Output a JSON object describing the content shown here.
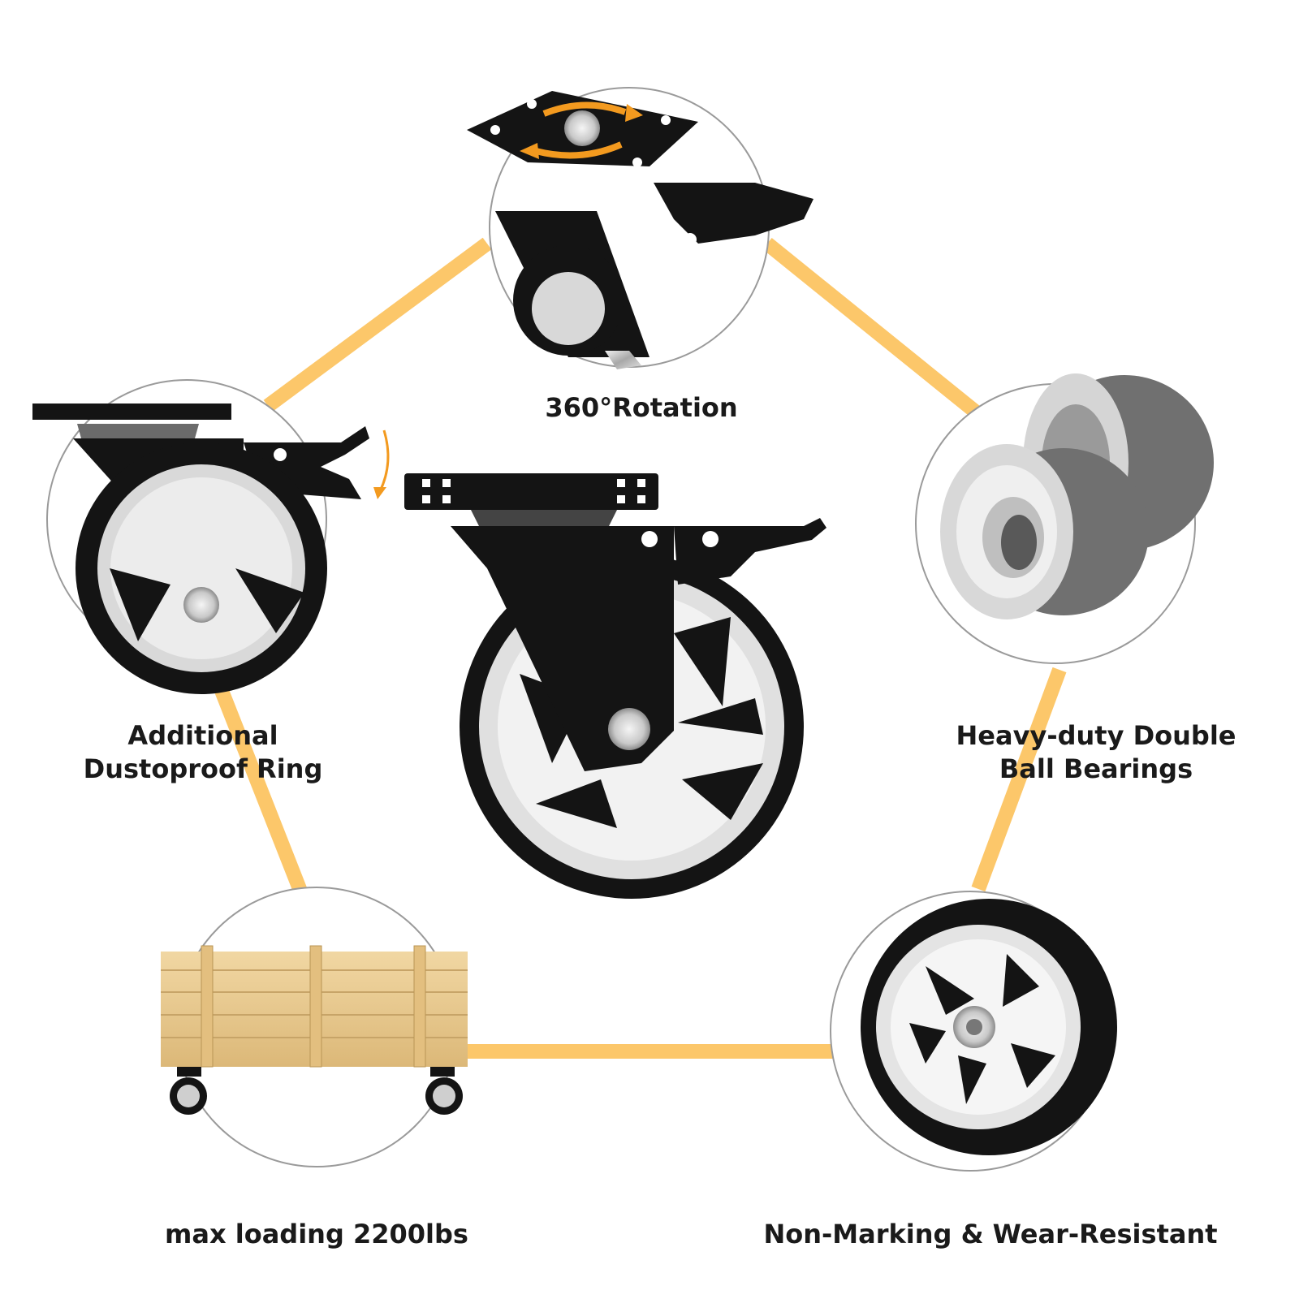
{
  "features": {
    "rotation": {
      "title": "360°Rotation"
    },
    "dustproof": {
      "line1": "Additional",
      "line2": "Dustoproof Ring"
    },
    "bearings": {
      "line1": "Heavy-duty Double",
      "line2": "Ball Bearings"
    },
    "load": {
      "title": "max loading 2200lbs"
    },
    "wear": {
      "title": "Non-Marking & Wear-Resistant"
    }
  },
  "colors": {
    "connector": "#fcc76a",
    "arrow": "#f39a1f",
    "circle_outline": "#9a9a9a",
    "caster_black": "#141414",
    "wood": "#e8c98e"
  },
  "icons": [
    "rotation-arrows-icon",
    "brake-down-arrow-icon"
  ]
}
